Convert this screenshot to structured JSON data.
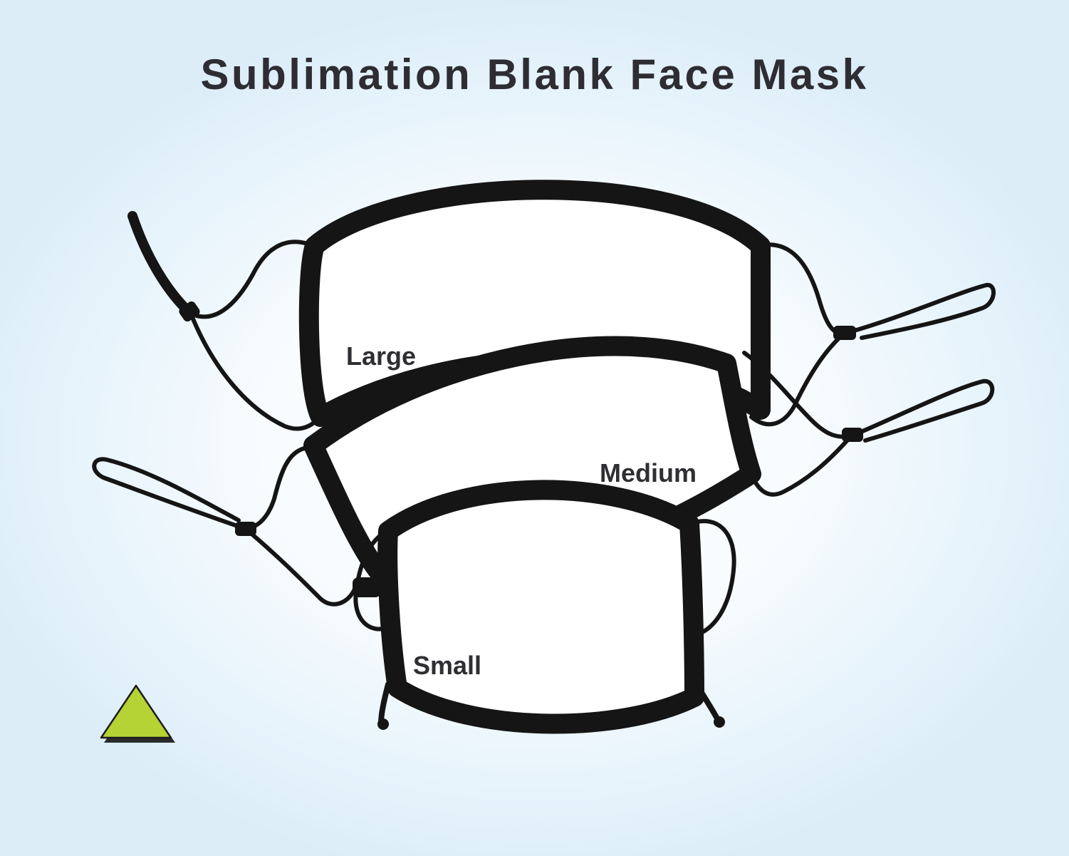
{
  "title": "Sublimation Blank Face Mask",
  "sizes": [
    {
      "name": "large",
      "label": "Large"
    },
    {
      "name": "medium",
      "label": "Medium"
    },
    {
      "name": "small",
      "label": "Small"
    }
  ],
  "colors": {
    "title": "#2e2d33",
    "mask_fabric": "#ffffff",
    "mask_trim": "#151515",
    "logo_fill": "#b5d334",
    "logo_outline": "#1c1c1c"
  },
  "logo": {
    "icon": "triangle-logo-icon"
  }
}
